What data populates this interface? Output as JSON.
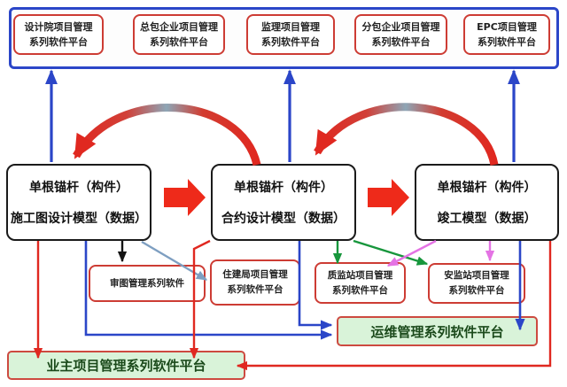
{
  "top_platforms": [
    {
      "line1": "设计院项目管理",
      "line2": "系列软件平台"
    },
    {
      "line1": "总包企业项目管理",
      "line2": "系列软件平台"
    },
    {
      "line1": "监理项目管理",
      "line2": "系列软件平台"
    },
    {
      "line1": "分包企业项目管理",
      "line2": "系列软件平台"
    },
    {
      "line1": "EPC项目管理",
      "line2": "系列软件平台"
    }
  ],
  "model_boxes": [
    {
      "line1": "单根锚杆（构件）",
      "line2": "施工图设计模型（数据）"
    },
    {
      "line1": "单根锚杆（构件）",
      "line2": "合约设计模型（数据）"
    },
    {
      "line1": "单根锚杆（构件）",
      "line2": "竣工模型（数据）"
    }
  ],
  "agency_boxes": [
    {
      "line1": "审图管理系列软件",
      "line2": ""
    },
    {
      "line1": "住建局项目管理",
      "line2": "系列软件平台"
    },
    {
      "line1": "质监站项目管理",
      "line2": "系列软件平台"
    },
    {
      "line1": "安监站项目管理",
      "line2": "系列软件平台"
    }
  ],
  "platform_bars": {
    "om": "运维管理系列软件平台",
    "owner": "业主项目管理系列软件平台"
  },
  "colors": {
    "container_blue": "#2b46c8",
    "arrow_blue": "#2b46c8",
    "arrow_red": "#e02820",
    "block_arrow_red": "#ee2a1a",
    "arrow_green": "#17963c",
    "arrow_magenta": "#e473e4",
    "arrow_steelblue": "#7e9fc1",
    "arrow_black": "#141414",
    "red_box_border": "#cd3c34",
    "green_fill": "#d9f3d9",
    "green_text": "#1b4a1b"
  }
}
